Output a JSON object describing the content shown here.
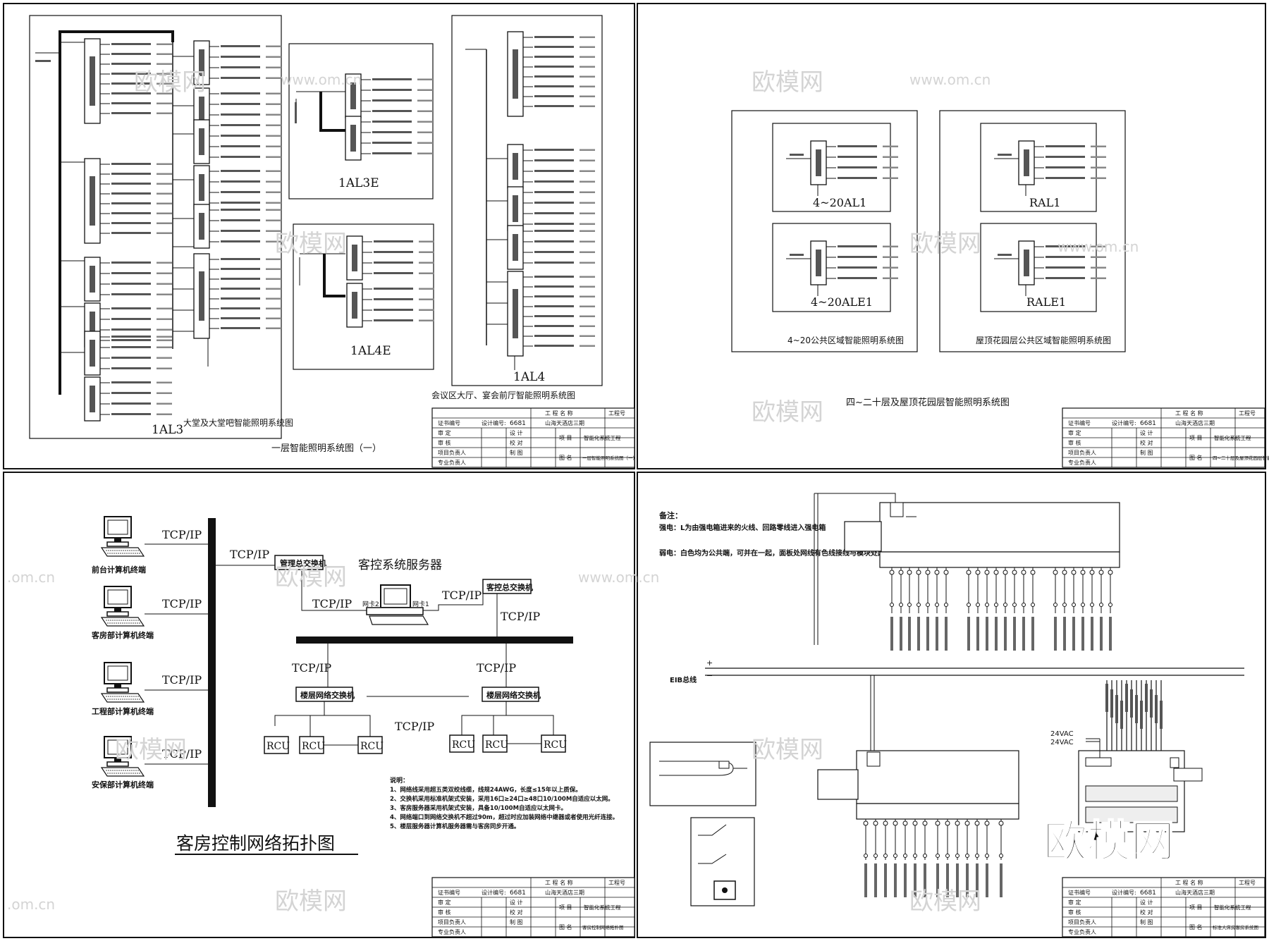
{
  "watermark": {
    "brand": "欧模网",
    "url": "www.om.cn",
    "url_short": ".om.cn",
    "corner_logo": "欧模网"
  },
  "panel_tl": {
    "caption": "一层智能照明系统图（一）",
    "sub_1al3": {
      "name": "1AL3",
      "title": "大堂及大堂吧智能照明系统图"
    },
    "sub_1al3e": {
      "name": "1AL3E"
    },
    "sub_1al4e": {
      "name": "1AL4E"
    },
    "sub_1al4": {
      "name": "1AL4"
    },
    "sub_caption_1al4": "会议区大厅、宴会前厅智能照明系统图"
  },
  "panel_tr": {
    "caption": "四~二十层及屋顶花园层智能照明系统图",
    "box_a_title": "4~20公共区域智能照明系统图",
    "box_b_title": "屋顶花园层公共区域智能照明系统图",
    "labels": {
      "a1": "4~20AL1",
      "a2": "4~20ALE1",
      "b1": "RAL1",
      "b2": "RALE1"
    }
  },
  "panel_bl": {
    "title": "客房控制网络拓扑图",
    "protocol": "TCP/IP",
    "terminals": [
      "前台计算机终端",
      "客房部计算机终端",
      "工程部计算机终端",
      "安保部计算机终端"
    ],
    "mgmt_switch": "管理总交换机",
    "server_label": "客控系统服务器",
    "guest_switch": "客控总交换机",
    "floor_switch": "楼层网络交换机",
    "nic_1": "网卡2",
    "nic_2": "网卡1",
    "rcu": "RCU",
    "notes": [
      "说明：",
      "1、网络线采用超五类双绞线缆，线规24AWG，长度≤15年以上质保。",
      "2、交换机采用标准机架式安装，采用16口≥24口≥48口10/100M自适应以太网。",
      "3、客房服务器采用机架式安装，具备10/100M自适应以太网卡。",
      "4、网络端口到网络交换机不超过90m，超过时应加装网络中继器或者使用光纤连接。",
      "5、楼层服务器计算机服务器需与客房同步开通。"
    ]
  },
  "panel_br": {
    "notes_title": "备注：",
    "notes": [
      "强电：L为由强电箱进来的火线、回路零线进入强电箱",
      "弱电：白色均为公共端，可并在一起，面板处网线有色线接线与模块处网线有色线接线颜色一一对应。"
    ],
    "bus_label": "EIB总线",
    "power_1": "24VAC",
    "power_2": "24VAC"
  },
  "title_blocks": [
    {
      "project": "山海天酒店三期",
      "design_no": "6681",
      "system": "智能化系统工程",
      "drawing": "一层智能照明系统图（一）"
    },
    {
      "project": "山海天酒店三期",
      "design_no": "6681",
      "system": "智能化系统工程",
      "drawing": "四~二十层及屋顶花园层智能照明系统图"
    },
    {
      "project": "山海天酒店三期",
      "design_no": "6681",
      "system": "智能化系统工程",
      "drawing": "客房控制网络拓扑图"
    },
    {
      "project": "山海天酒店三期",
      "design_no": "6681",
      "system": "智能化系统工程",
      "drawing": "标准大床房客房系统图"
    }
  ],
  "title_block_labels": {
    "name": "工 程 名 称",
    "number": "工程号",
    "cert": "证书编号",
    "design_no_prefix": "设计编号:",
    "approve": "审 定",
    "review": "审 核",
    "project_lead": "项目负责人",
    "discipline": "专业负责人",
    "design": "设 计",
    "check": "校 对",
    "draw": "制 图",
    "item": "项 目",
    "drawing_name": "图 名"
  }
}
